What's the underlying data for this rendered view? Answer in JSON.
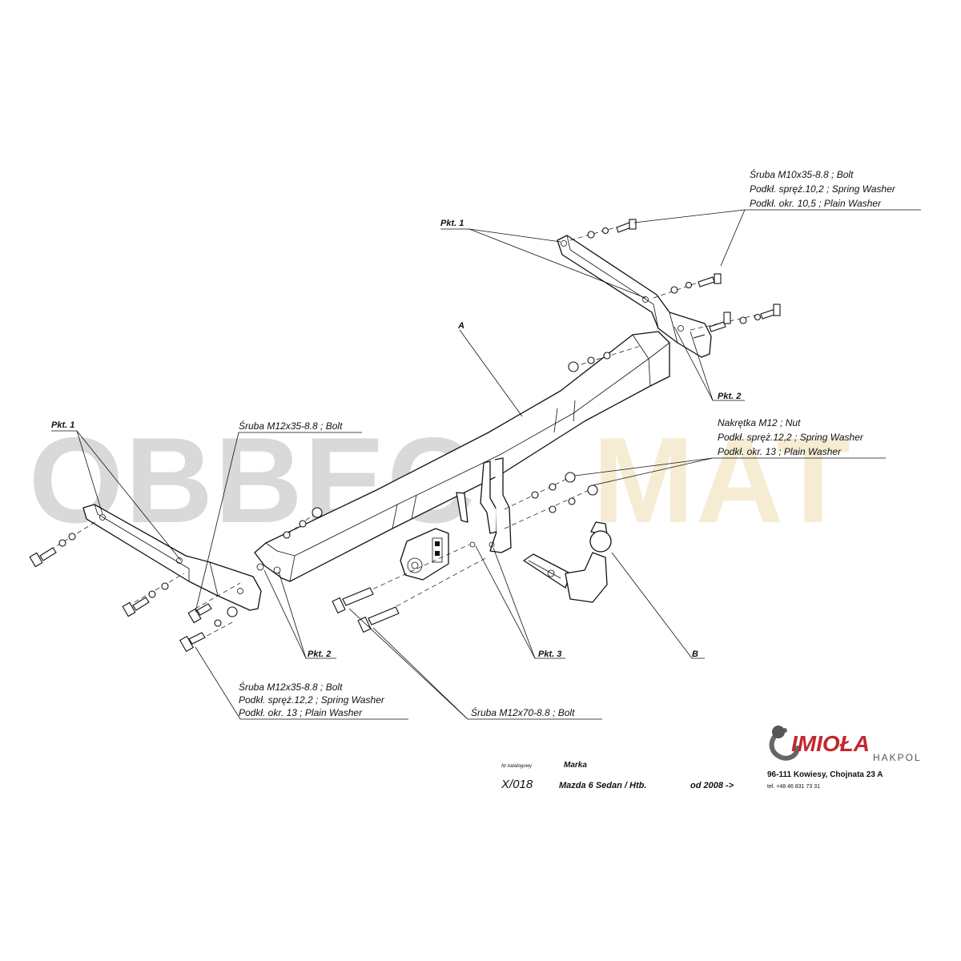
{
  "watermark": {
    "left_text": "OBBEC",
    "right_text": "MAT",
    "left_color": "#d9d9d9",
    "right_color": "#f6ecd4"
  },
  "parts": {
    "A": "A",
    "B": "B"
  },
  "pkt": {
    "pkt1_top": "Pkt. 1",
    "pkt1_left": "Pkt. 1",
    "pkt2_right": "Pkt. 2",
    "pkt2_left": "Pkt. 2",
    "pkt3": "Pkt. 3"
  },
  "callouts": {
    "top_right": [
      "Śruba M10x35-8.8 ;  Bolt",
      "Podkł. spręż.10,2 ; Spring Washer",
      "Podkł. okr. 10,5 ; Plain Washer"
    ],
    "mid_right": [
      "Nakrętka  M12 ; Nut",
      "Podkł. spręż.12,2 ; Spring Washer",
      "Podkł. okr. 13 ; Plain Washer"
    ],
    "mid_left": [
      "Śruba M12x35-8.8 ;  Bolt"
    ],
    "bottom_left": [
      "Śruba M12x35-8.8 ;  Bolt",
      "Podkł. spręż.12,2 ; Spring Washer",
      "Podkł. okr. 13 ; Plain Washer"
    ],
    "bottom_center": [
      "Śruba M12x70-8.8 ;  Bolt"
    ]
  },
  "catalog": {
    "nr_label": "Nr katalogowy",
    "marka_label": "Marka",
    "code": "X/018",
    "model": "Mazda 6  Sedan / Htb.",
    "year": "od 2008 ->"
  },
  "brand": {
    "name": "IMIOŁA",
    "sub": "HAKPOL",
    "address": "96-111 Kowiesy,  Chojnata 23 A",
    "phone": "tel. +48 46 831 73 31",
    "color": "#c0282d"
  }
}
